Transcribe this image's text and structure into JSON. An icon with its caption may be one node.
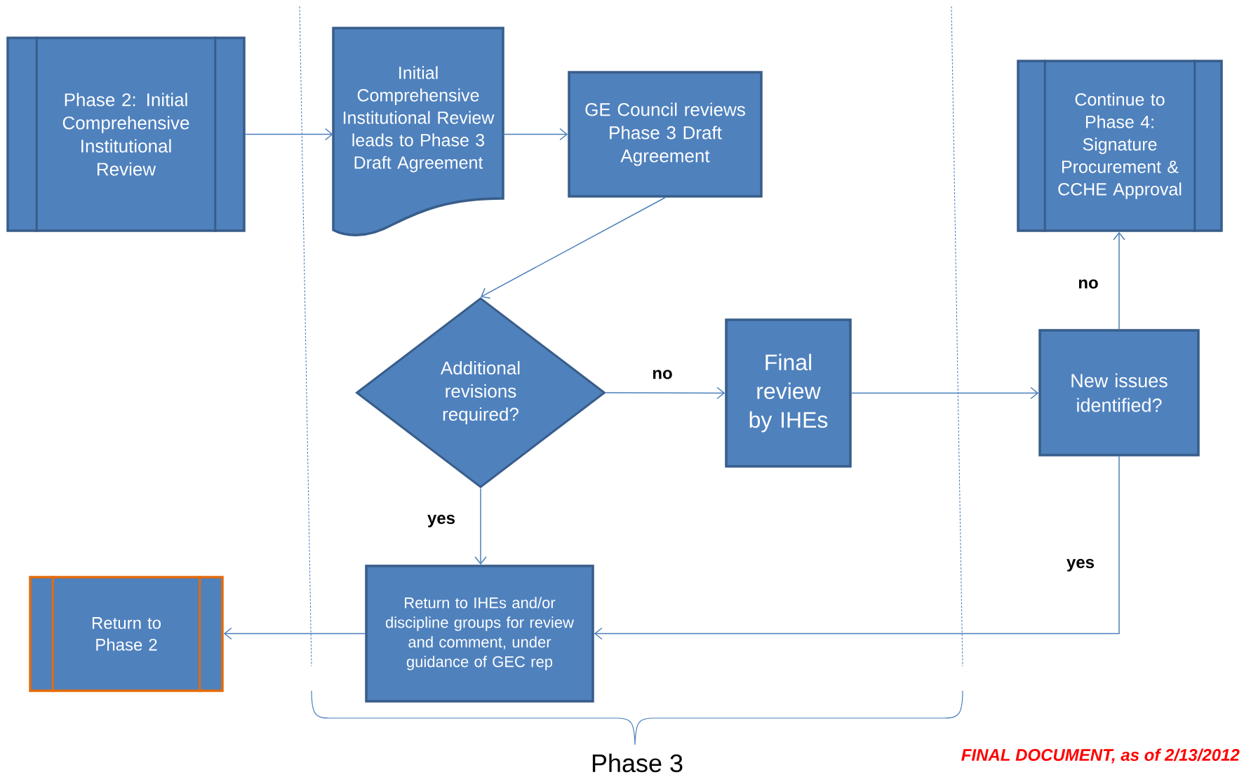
{
  "diagram": {
    "nodes": [
      {
        "text": [
          "Phase 2: Initial Comprehensive Institutional Review"
        ]
      },
      {
        "text": [
          "Initial Comprehensive Institutional Review leads to Phase 3 Draft Agreement"
        ]
      },
      {
        "text": [
          "GE Council reviews Phase 3 Draft Agreement"
        ]
      },
      {
        "text": [
          "Additional revisions required?"
        ]
      },
      {
        "text": [
          "Final review by IHEs"
        ]
      },
      {
        "text": [
          "New issues identified?"
        ]
      },
      {
        "text": [
          "Continue to Phase 4: Signature Procurement & CCHE Approval"
        ]
      },
      {
        "text": [
          "Return to IHEs and/or discipline groups for review and comment, under guidance of GEC rep"
        ]
      },
      {
        "text": [
          "Return to Phase 2"
        ]
      }
    ],
    "edges": [
      {
        "from": 0,
        "to": 1,
        "arrow": "to"
      },
      {
        "from": 1,
        "to": 2,
        "arrow": "to"
      },
      {
        "from": 2,
        "to": 3,
        "arrow": "to"
      },
      {
        "from": 3,
        "to": 4,
        "arrow": "to",
        "label": "no"
      },
      {
        "from": 4,
        "to": 5,
        "arrow": "to"
      },
      {
        "from": 5,
        "to": 6,
        "arrow": "to",
        "label": "no"
      },
      {
        "from": 3,
        "to": 7,
        "arrow": "to",
        "label": "yes"
      },
      {
        "from": 5,
        "to": 7,
        "arrow": "to",
        "label": "yes"
      },
      {
        "from": 7,
        "to": 8,
        "arrow": "to"
      }
    ],
    "labels": [
      "Phase 3",
      "FINAL DOCUMENT, as of 2/13/2012"
    ]
  }
}
